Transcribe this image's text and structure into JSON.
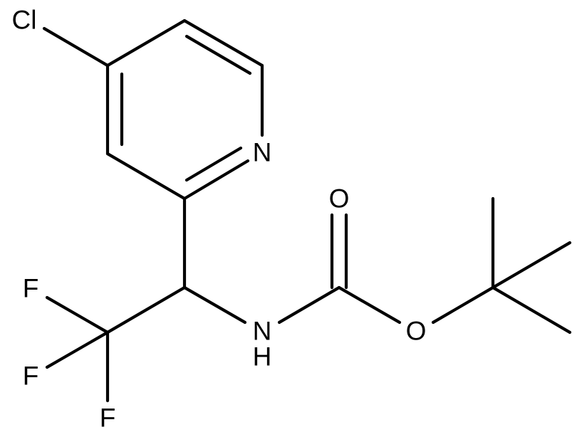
{
  "molecule": {
    "atoms": {
      "chloro": "Cl",
      "pyridine_nitrogen": "N",
      "carbonyl_oxygen": "O",
      "amide_nitrogen": "N",
      "amide_hydrogen": "H",
      "ester_oxygen": "O",
      "fluorine_1": "F",
      "fluorine_2": "F",
      "fluorine_3": "F"
    }
  }
}
